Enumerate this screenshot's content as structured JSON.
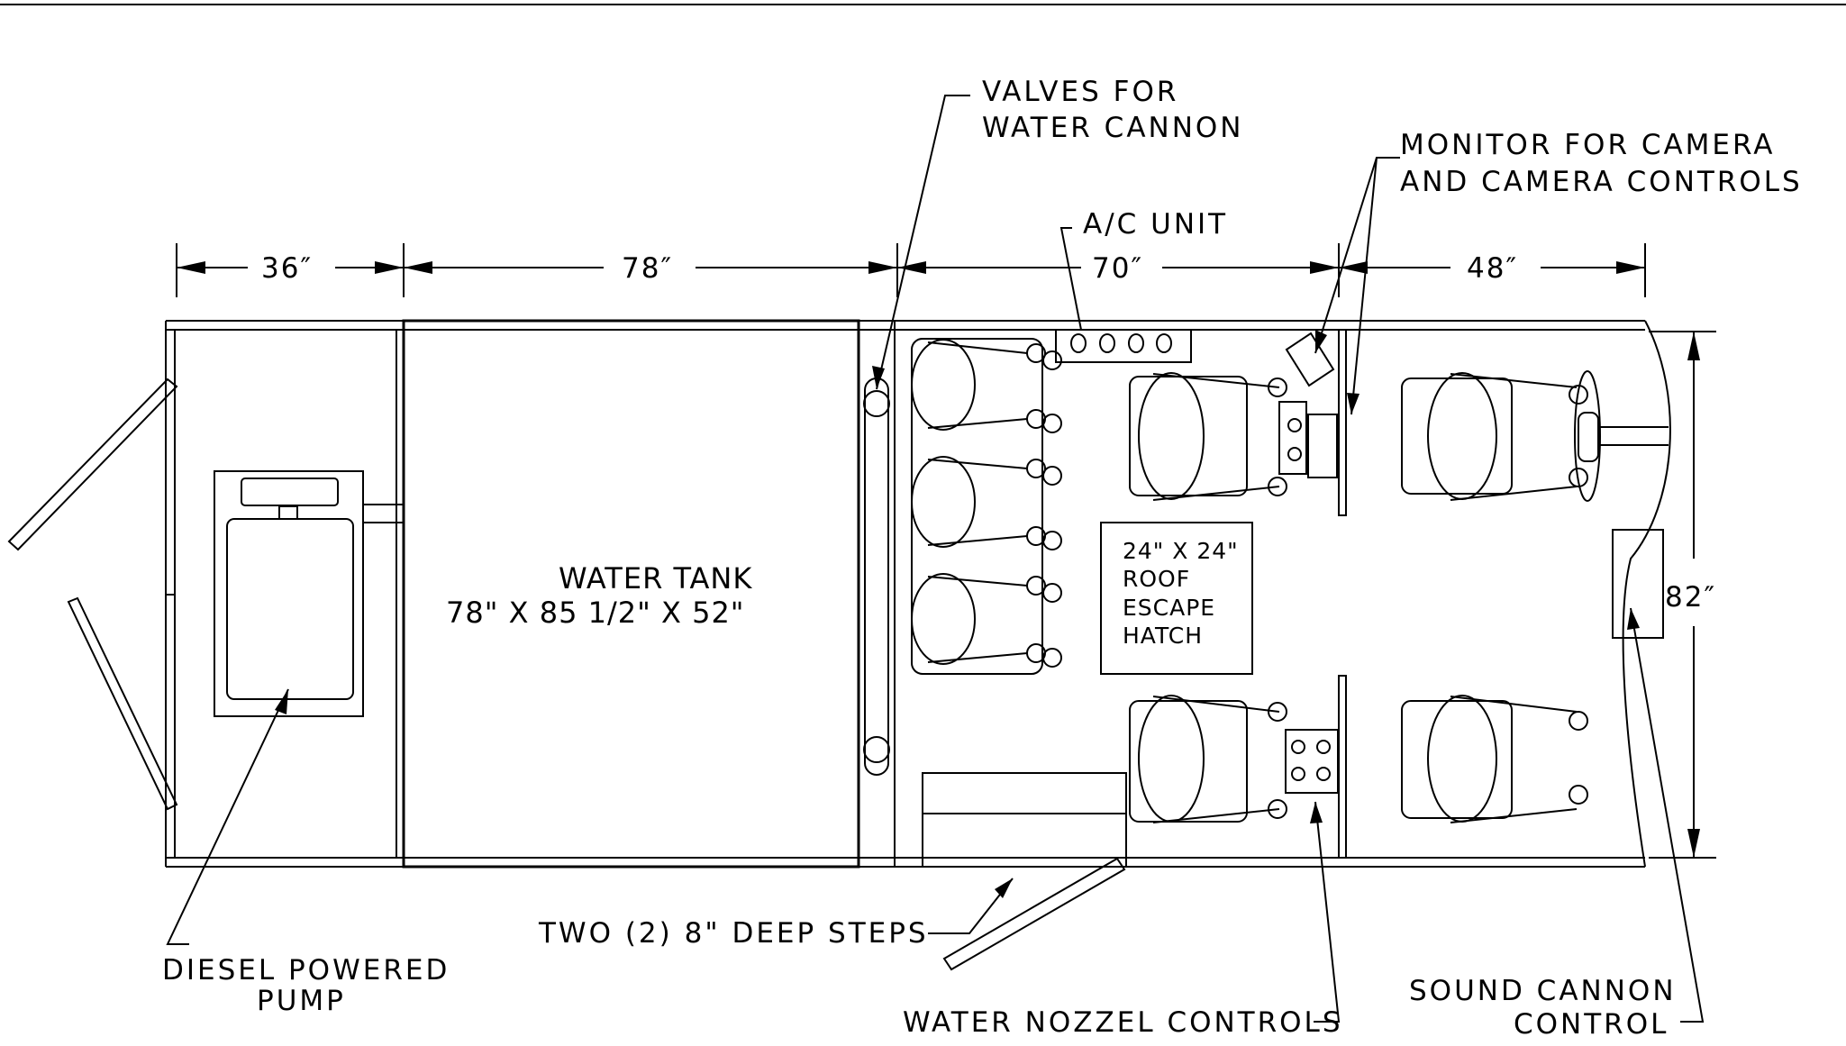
{
  "dimensions": {
    "d36": "36″",
    "d78": "78″",
    "d70": "70″",
    "d48": "48″",
    "d82": "82″"
  },
  "labels": {
    "valves_line1": "VALVES FOR",
    "valves_line2": "WATER CANNON",
    "monitor_line1": "MONITOR FOR CAMERA",
    "monitor_line2": "AND CAMERA CONTROLS",
    "ac_unit": "A/C UNIT",
    "water_tank_line1": "WATER TANK",
    "water_tank_line2": "78\" X 85 1/2\" X 52\"",
    "hatch_line1": "24\" X 24\"",
    "hatch_line2": "ROOF",
    "hatch_line3": "ESCAPE",
    "hatch_line4": "HATCH",
    "steps": "TWO (2) 8\" DEEP STEPS",
    "pump_line1": "DIESEL POWERED",
    "pump_line2": "PUMP",
    "nozzle": "WATER NOZZEL CONTROLS",
    "sound_line1": "SOUND CANNON",
    "sound_line2": "CONTROL"
  },
  "colors": {
    "ink": "#000000",
    "paper": "#ffffff"
  }
}
